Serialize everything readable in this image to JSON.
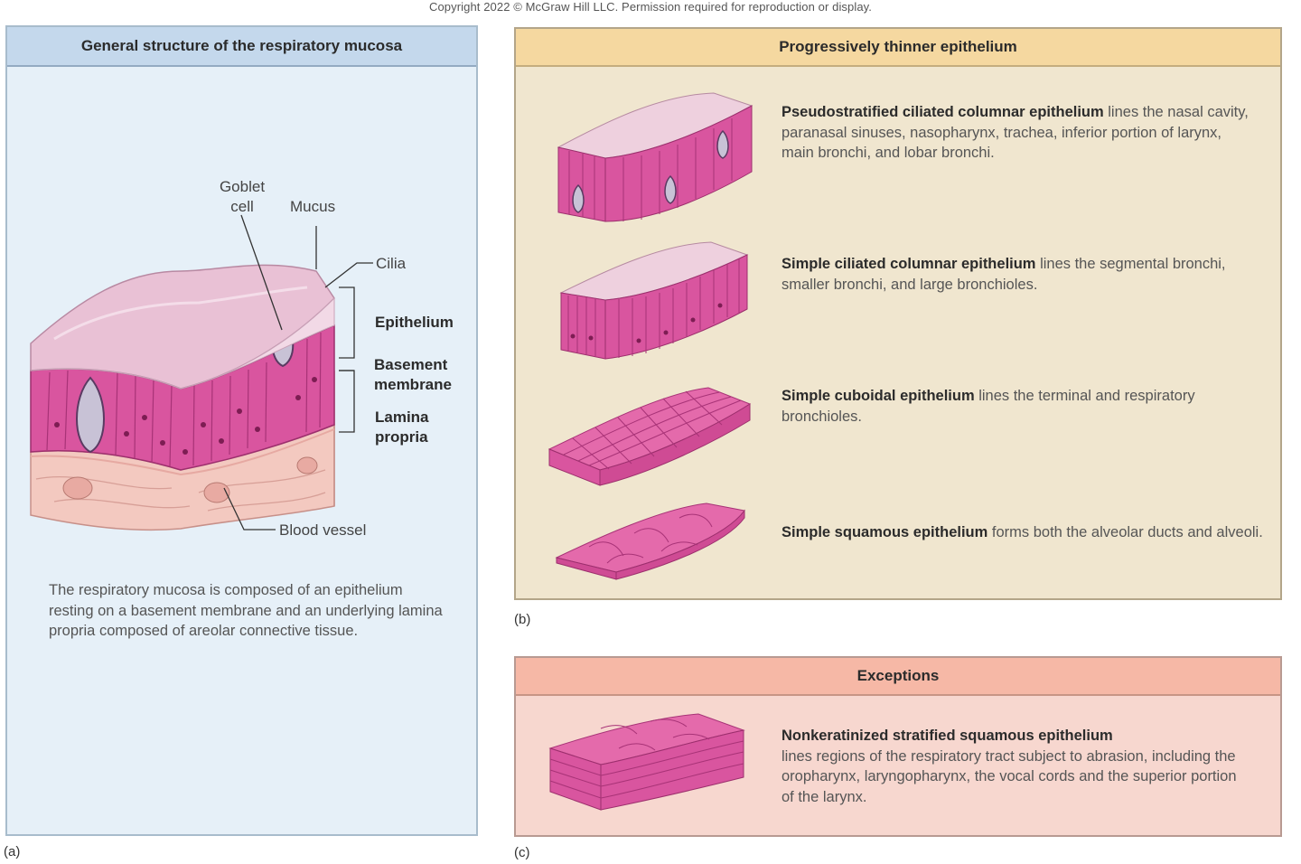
{
  "copyright": "Copyright 2022 © McGraw Hill LLC. Permission required for reproduction or display.",
  "panel_a": {
    "title": "General structure of the respiratory mucosa",
    "labels": {
      "goblet_cell": "Goblet\ncell",
      "mucus": "Mucus",
      "cilia": "Cilia",
      "epithelium": "Epithelium",
      "basement_membrane": "Basement\nmembrane",
      "lamina_propria": "Lamina\npropria",
      "blood_vessel": "Blood vessel"
    },
    "caption": "The respiratory mucosa is composed of an epithelium resting on a basement membrane and an underlying lamina propria composed of areolar connective tissue.",
    "figure_letter": "(a)"
  },
  "panel_b": {
    "title": "Progressively thinner epithelium",
    "items": [
      {
        "name": "Pseudostratified ciliated columnar epithelium",
        "text": " lines the nasal cavity, paranasal sinuses, nasopharynx, trachea, inferior portion of larynx, main bronchi, and lobar bronchi."
      },
      {
        "name": "Simple ciliated columnar epithelium",
        "text": " lines the segmental bronchi, smaller bronchi, and large bronchioles."
      },
      {
        "name": "Simple cuboidal epithelium",
        "text": " lines the terminal and respiratory bronchioles."
      },
      {
        "name": "Simple squamous epithelium",
        "text": " forms both the alveolar ducts and alveoli."
      }
    ],
    "figure_letter": "(b)"
  },
  "panel_c": {
    "title": "Exceptions",
    "item": {
      "name": "Nonkeratinized stratified squamous epithelium",
      "text": "lines regions of the respiratory tract subject to abrasion, including the oropharynx, laryngopharynx, the vocal cords and the superior portion of the larynx."
    },
    "figure_letter": "(c)"
  },
  "colors": {
    "panel_a_bg": "#e6f0f8",
    "panel_b_bg": "#f0e6cf",
    "panel_c_bg": "#f7d7cf",
    "tissue_pink": "#d9559f",
    "lamina_pink": "#f3c9c0"
  }
}
